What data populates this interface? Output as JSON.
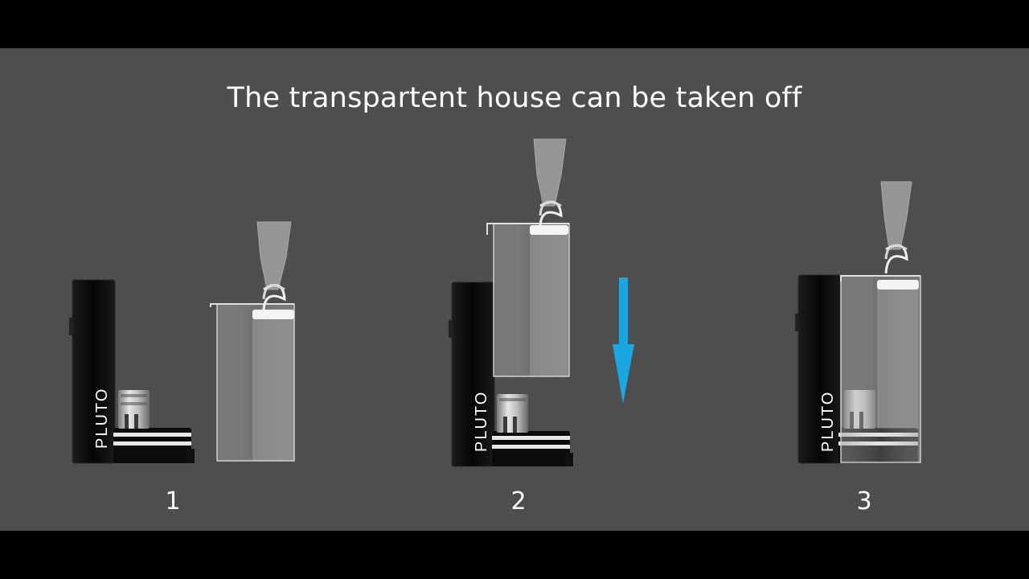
{
  "title": "The transpartent house can be taken off",
  "device_label": "PLUTO",
  "steps": [
    "1",
    "2",
    "3"
  ],
  "colors": {
    "background": "#4e4e4e",
    "letterbox": "#000000",
    "text": "#ffffff",
    "device_body": "#0a0a0a",
    "arrow": "#1aa6e0"
  },
  "icons": {
    "arrow": "arrow-down-icon"
  }
}
